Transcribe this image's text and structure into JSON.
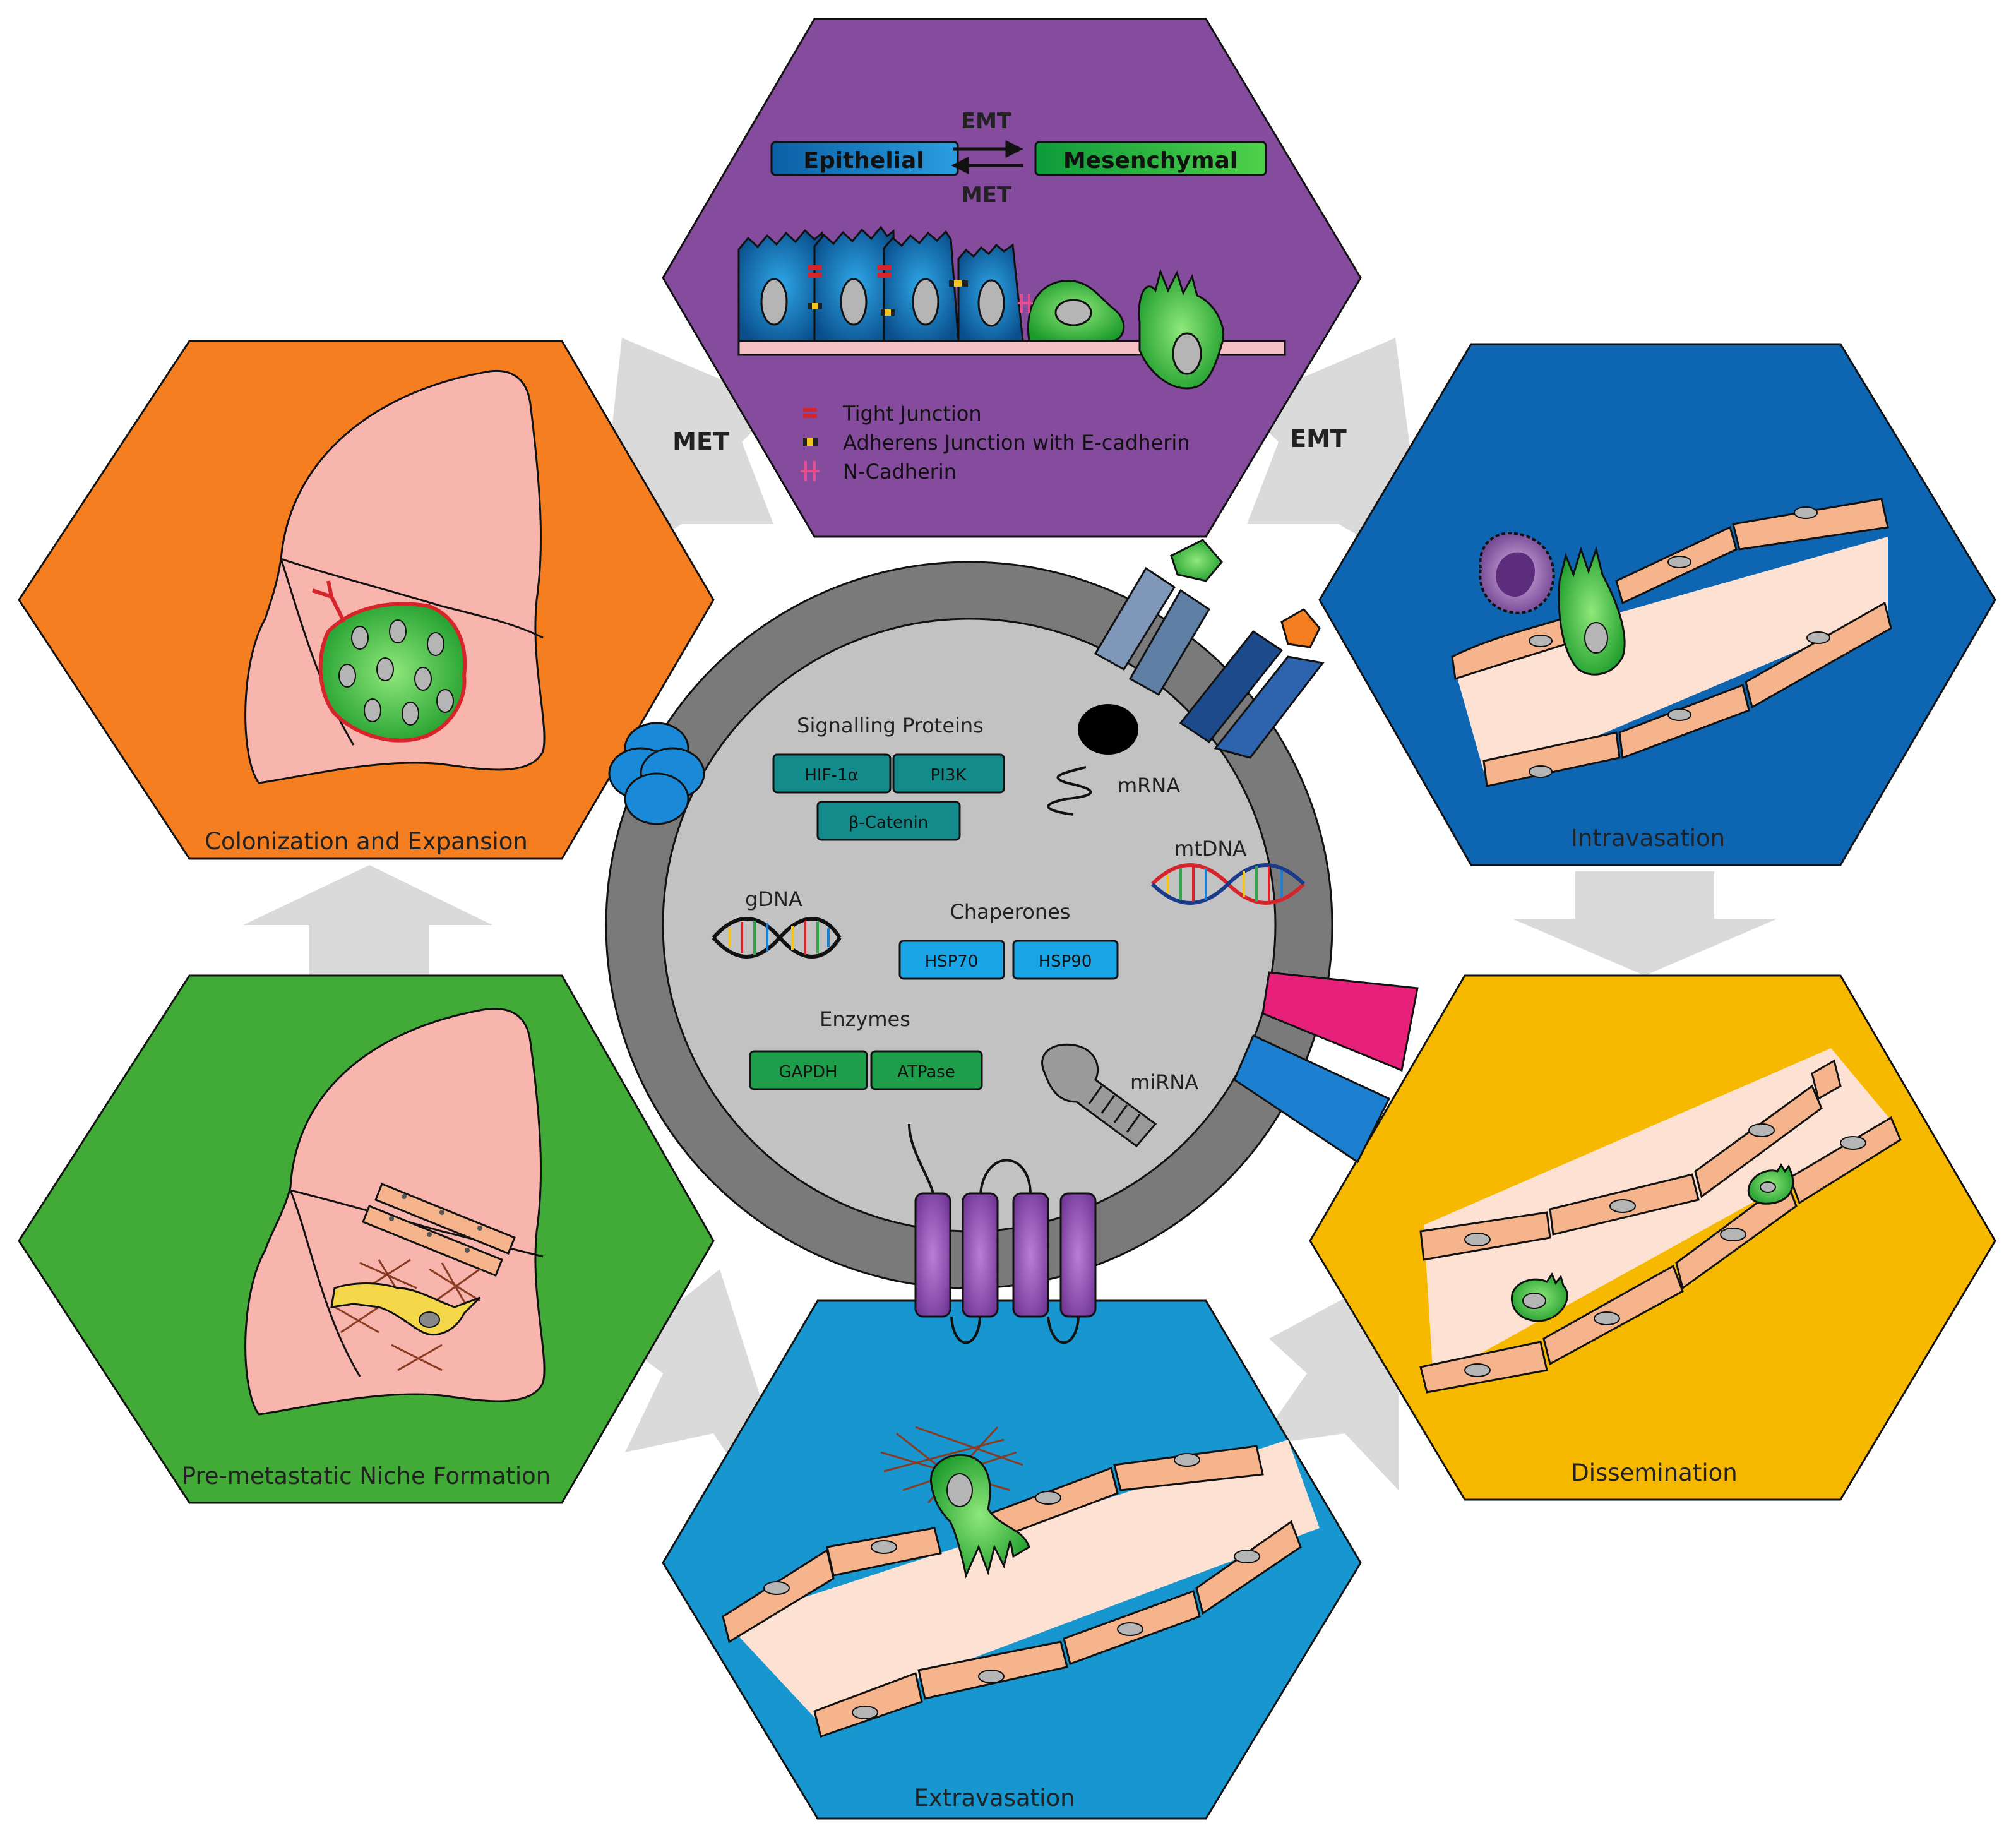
{
  "hexagons": {
    "emt": {
      "color": "#854c9e",
      "epithelial": "Epithelial",
      "mesenchymal": "Mesenchymal",
      "arrow_top": "EMT",
      "arrow_bottom": "MET",
      "legend": [
        "Tight Junction",
        "Adherens Junction with E-cadherin",
        "N-Cadherin"
      ]
    },
    "intravasation": {
      "label": "Intravasation",
      "color": "#0e66b2"
    },
    "dissemination": {
      "label": "Dissemination",
      "color": "#f7b900"
    },
    "extravasation": {
      "label": "Extravasation",
      "color": "#1896cf"
    },
    "niche": {
      "label": "Pre-metastatic Niche Formation",
      "color": "#42aa37"
    },
    "colonization": {
      "label": "Colonization and Expansion",
      "color": "#f57f20"
    }
  },
  "arrows": {
    "left": "MET",
    "right": "EMT"
  },
  "vesicle": {
    "signalling_title": "Signalling Proteins",
    "signalling": [
      "HIF-1α",
      "PI3K",
      "β-Catenin"
    ],
    "chaperones_title": "Chaperones",
    "chaperones": [
      "HSP70",
      "HSP90"
    ],
    "enzymes_title": "Enzymes",
    "enzymes": [
      "GAPDH",
      "ATPase"
    ],
    "mrna": "mRNA",
    "mtdna": "mtDNA",
    "gdna": "gDNA",
    "mirna": "miRNA"
  }
}
